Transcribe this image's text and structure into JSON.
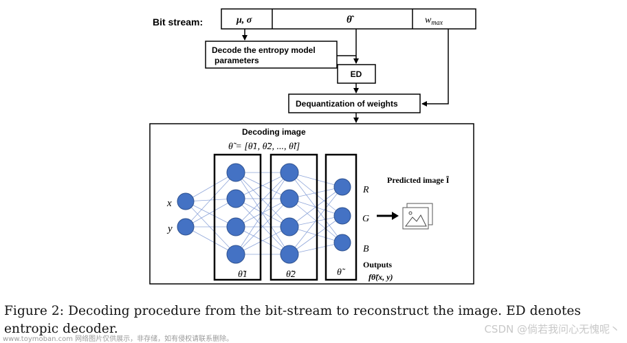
{
  "bitstream": {
    "label": "Bit stream:",
    "fields": [
      "μ, σ",
      "θ̂",
      "w"
    ],
    "wmax_sub": "max"
  },
  "boxes": {
    "decode_params_line1": "Decode the entropy model",
    "decode_params_line2": "parameters",
    "ed": "ED",
    "dequant": "Dequantization of weights"
  },
  "decoding": {
    "title": "Decoding image",
    "theta_def": "θ̃ = [θ̃1, θ̃2, ..., θ̃l]",
    "inputs": [
      "x",
      "y"
    ],
    "outputs_rgb": [
      "R",
      "G",
      "B"
    ],
    "layer_labels": [
      "θ̃1",
      "θ̃2",
      "θ̃"
    ],
    "predicted_label": "Predicted image Ĩ",
    "outputs_label": "Outputs",
    "f_label": "fθ̃(x, y)"
  },
  "colors": {
    "node_fill": "#4472c4",
    "node_stroke": "#2f528f",
    "edge": "#8ea5d9"
  },
  "caption": {
    "text": "Figure 2: Decoding procedure from the bit-stream to reconstruct the image. ED denotes entropic decoder."
  },
  "watermark": {
    "left": "www.toymoban.com 网络图片仅供展示，非存储，如有侵权请联系删除。",
    "right": "CSDN @倘若我问心无愧呢丶"
  }
}
